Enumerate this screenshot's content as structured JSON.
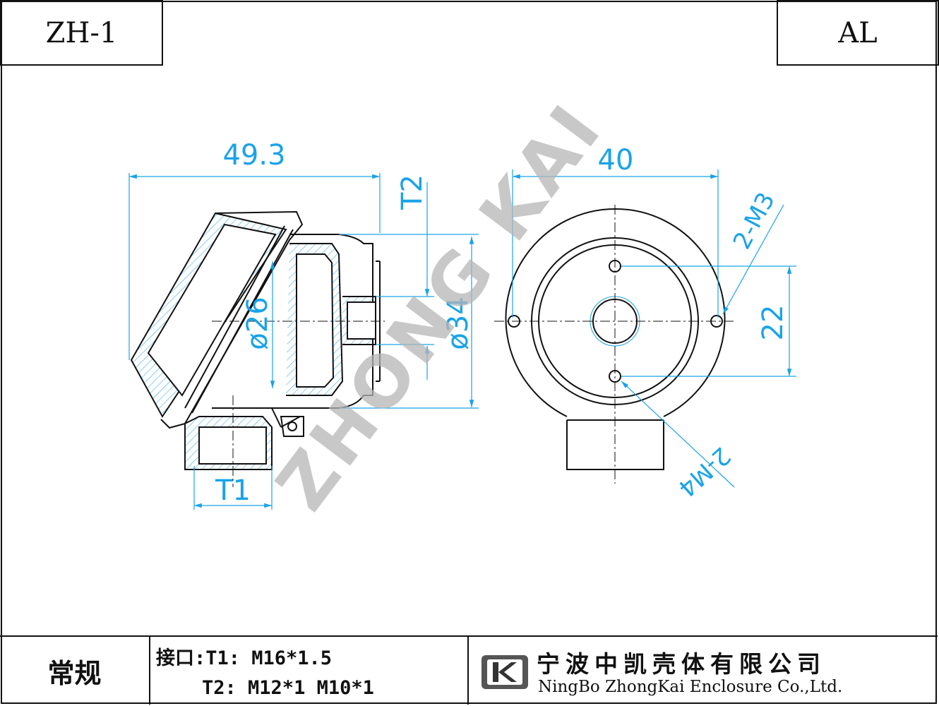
{
  "header": {
    "model": "ZH-1",
    "material": "AL"
  },
  "drawing": {
    "watermark": "ZHONG KAI",
    "side_view": {
      "width_dim": "49.3",
      "inner_dia": "ø26",
      "outer_dia": "ø34",
      "port_t1": "T1",
      "port_t2": "T2"
    },
    "front_view": {
      "width_dim": "40",
      "hole_spacing": "22",
      "thread_m3": "2-M3",
      "thread_m4": "2-M4"
    }
  },
  "footer": {
    "type": "常规",
    "interface_line1": "接口:T1: M16*1.5",
    "interface_line2": "    T2: M12*1 M10*1",
    "company_cn": "宁波中凯壳体有限公司",
    "company_en": "NingBo ZhongKai Enclosure Co.,Ltd."
  },
  "colors": {
    "line": "#111111",
    "dimension": "#1aa3e8",
    "watermark": "#b5b5b5"
  }
}
